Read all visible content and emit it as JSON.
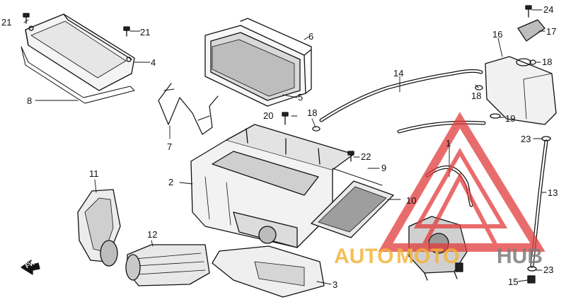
{
  "callouts": {
    "c1": "1",
    "c2": "2",
    "c3": "3",
    "c4": "4",
    "c5": "5",
    "c6": "6",
    "c7": "7",
    "c8": "8",
    "c9": "9",
    "c10": "10",
    "c11": "11",
    "c12": "12",
    "c13": "13",
    "c14": "14",
    "c15": "15",
    "c16": "16",
    "c17": "17",
    "c18a": "18",
    "c18b": "18",
    "c18c": "18",
    "c19": "19",
    "c20": "20",
    "c21a": "21",
    "c21b": "21",
    "c22": "22",
    "c23a": "23",
    "c23b": "23",
    "c24": "24"
  },
  "fwd_label": "FWD",
  "watermark": {
    "part1": "AUTO",
    "part2": "MOTO",
    "part3": "HUB",
    "color_orange": "#f4b43a",
    "color_gray": "#7d7d7d",
    "color_red": "#e23b3b"
  }
}
